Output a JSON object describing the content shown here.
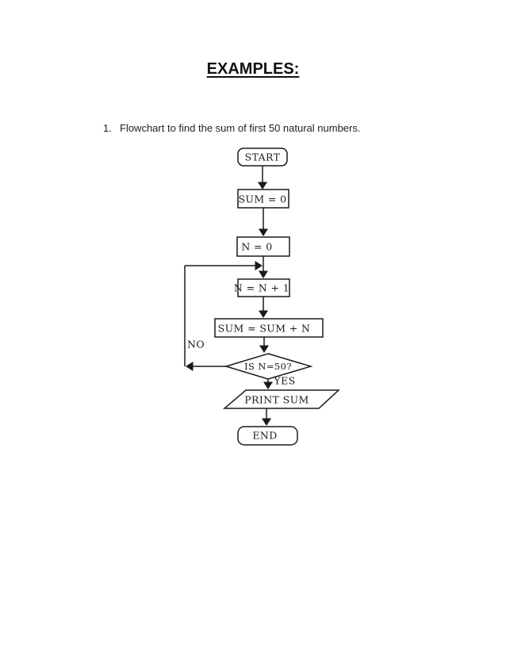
{
  "page": {
    "title": "EXAMPLES:",
    "list_item": {
      "number": "1.",
      "text": "Flowchart to find the sum of first 50 natural numbers."
    }
  },
  "flowchart": {
    "nodes": {
      "start": "START",
      "init_sum": "SUM = 0",
      "init_n": "N = 0",
      "increment": "N = N + 1",
      "accumulate": "SUM = SUM + N",
      "decision": "IS N=50?",
      "output": "PRINT SUM",
      "end": "END"
    },
    "branch_labels": {
      "no": "NO",
      "yes": "YES"
    },
    "colors": {
      "line": "#1a1a1a",
      "text": "#1a1a1a",
      "background": "#ffffff"
    }
  }
}
